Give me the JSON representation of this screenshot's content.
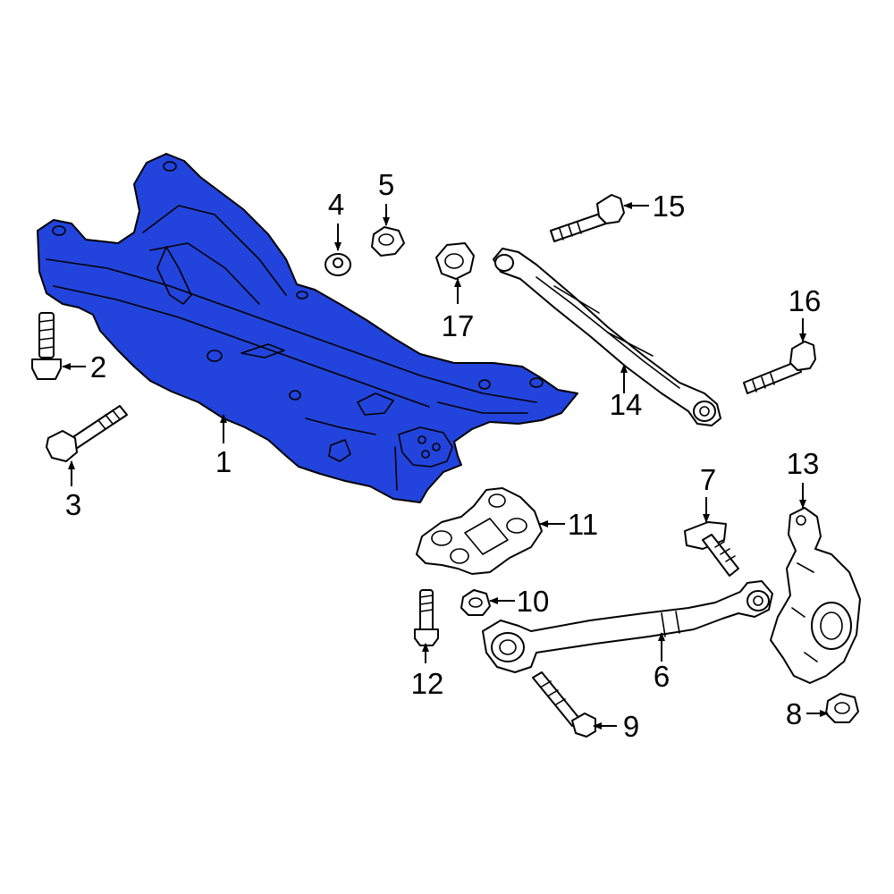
{
  "diagram": {
    "highlight_color": "#2244dd",
    "callouts": [
      {
        "id": "1",
        "label": "1",
        "part": "subframe"
      },
      {
        "id": "2",
        "label": "2",
        "part": "bolt"
      },
      {
        "id": "3",
        "label": "3",
        "part": "bolt"
      },
      {
        "id": "4",
        "label": "4",
        "part": "washer"
      },
      {
        "id": "5",
        "label": "5",
        "part": "nut"
      },
      {
        "id": "6",
        "label": "6",
        "part": "lower-control-arm"
      },
      {
        "id": "7",
        "label": "7",
        "part": "cam-bolt"
      },
      {
        "id": "8",
        "label": "8",
        "part": "nut"
      },
      {
        "id": "9",
        "label": "9",
        "part": "bolt"
      },
      {
        "id": "10",
        "label": "10",
        "part": "nut"
      },
      {
        "id": "11",
        "label": "11",
        "part": "bracket"
      },
      {
        "id": "12",
        "label": "12",
        "part": "bolt"
      },
      {
        "id": "13",
        "label": "13",
        "part": "knuckle"
      },
      {
        "id": "14",
        "label": "14",
        "part": "trailing-arm"
      },
      {
        "id": "15",
        "label": "15",
        "part": "bolt"
      },
      {
        "id": "16",
        "label": "16",
        "part": "bolt"
      },
      {
        "id": "17",
        "label": "17",
        "part": "nut"
      }
    ]
  }
}
